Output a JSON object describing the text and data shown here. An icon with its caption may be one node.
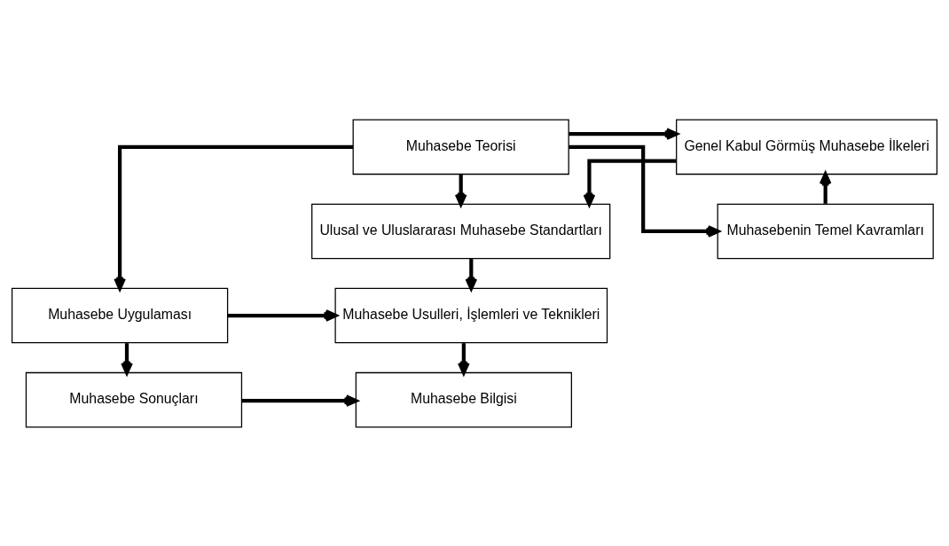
{
  "diagram": {
    "nodes": [
      {
        "text": [
          "Muhasebe Teorisi"
        ]
      },
      {
        "text": [
          "Muhasebenin Temel Kavramları"
        ]
      },
      {
        "text": [
          "Genel Kabul Görmüş Muhasebe İlkeleri"
        ]
      },
      {
        "text": [
          "Ulusal ve Uluslararası Muhasebe Standartları"
        ]
      },
      {
        "text": [
          "Muhasebe Uygulaması"
        ]
      },
      {
        "text": [
          "Muhasebe Usulleri, İşlemleri ve Teknikleri"
        ]
      },
      {
        "text": [
          "Muhasebe Sonuçları"
        ]
      },
      {
        "text": [
          "Muhasebe Bilgisi"
        ]
      }
    ],
    "edges": [
      {
        "from": 0,
        "to": 1,
        "arrow": "to"
      },
      {
        "from": 0,
        "to": 2,
        "arrow": "to"
      },
      {
        "from": 0,
        "to": 3,
        "arrow": "to"
      },
      {
        "from": 1,
        "to": 2,
        "arrow": "to"
      },
      {
        "from": 2,
        "to": 3,
        "arrow": "to"
      },
      {
        "from": 3,
        "to": 5,
        "arrow": "to"
      },
      {
        "from": 0,
        "to": 4,
        "arrow": "to"
      },
      {
        "from": 4,
        "to": 5,
        "arrow": "to"
      },
      {
        "from": 4,
        "to": 6,
        "arrow": "to"
      },
      {
        "from": 5,
        "to": 7,
        "arrow": "to"
      },
      {
        "from": 6,
        "to": 7,
        "arrow": "to"
      }
    ]
  }
}
